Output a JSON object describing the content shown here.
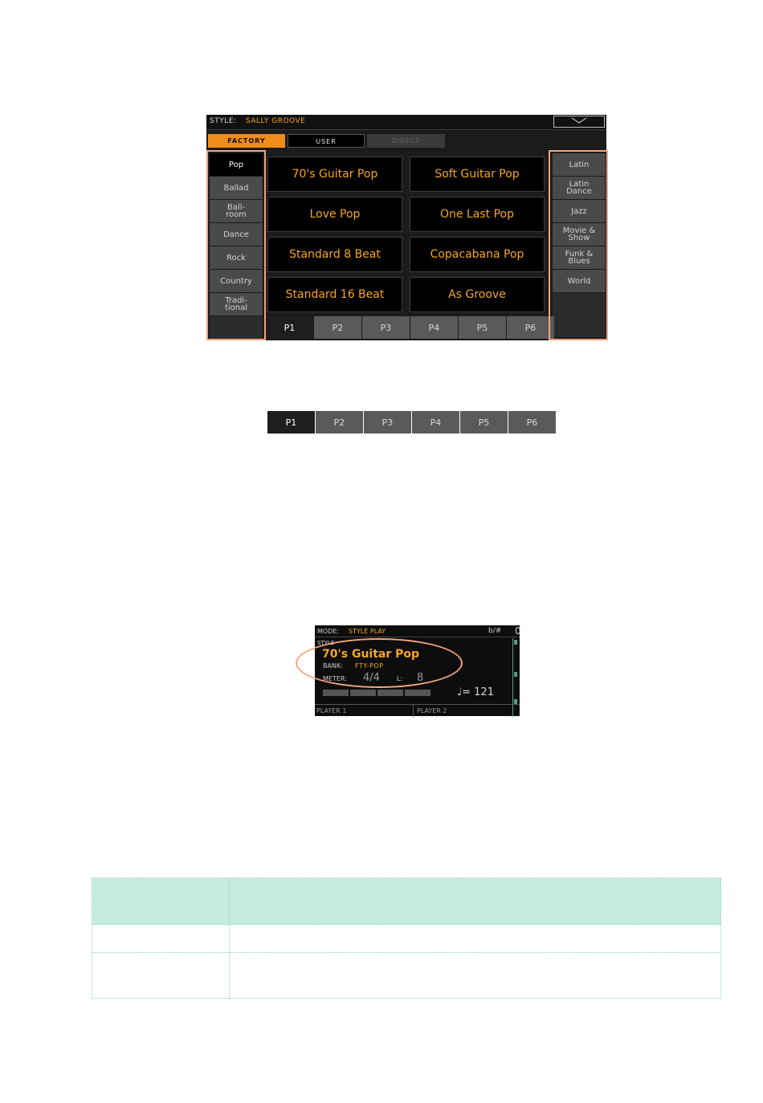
{
  "style_select": {
    "header": {
      "label": "STYLE:",
      "value": "SALLY GROOVE",
      "menu_icon": "chevron-down-icon"
    },
    "bank_tabs": [
      {
        "label": "FACTORY",
        "state": "selected"
      },
      {
        "label": "USER",
        "state": "normal"
      },
      {
        "label": "DIRECT",
        "state": "disabled"
      }
    ],
    "categories_left": [
      {
        "label": "Pop",
        "selected": true
      },
      {
        "label": "Ballad"
      },
      {
        "label": "Ball-\nroom"
      },
      {
        "label": "Dance"
      },
      {
        "label": "Rock"
      },
      {
        "label": "Country"
      },
      {
        "label": "Tradi-\ntional"
      }
    ],
    "categories_right": [
      {
        "label": "Latin"
      },
      {
        "label": "Latin\nDance"
      },
      {
        "label": "Jazz"
      },
      {
        "label": "Movie &\nShow"
      },
      {
        "label": "Funk &\nBlues"
      },
      {
        "label": "World"
      }
    ],
    "styles": [
      "70's Guitar Pop",
      "Soft Guitar Pop",
      "Love Pop",
      "One Last Pop",
      "Standard 8 Beat",
      "Copacabana Pop",
      "Standard 16 Beat",
      "As Groove"
    ],
    "pages": [
      "P1",
      "P2",
      "P3",
      "P4",
      "P5",
      "P6"
    ],
    "selected_page": "P1",
    "highlight_color": "#f4a47c",
    "accent_color": "#f5a623"
  },
  "page_bar_detail": {
    "pages": [
      "P1",
      "P2",
      "P3",
      "P4",
      "P5",
      "P6"
    ],
    "selected_page": "P1"
  },
  "main_page": {
    "mode_label": "MODE:",
    "mode_value": "STYLE PLAY",
    "transpose": "b/#",
    "edge_char": "0",
    "style_label": "STYLE",
    "style_name": "70's Guitar Pop",
    "bank_label": "BANK:",
    "bank_value": "FTY-POP",
    "meter_label": "METER:",
    "meter_value": "4/4",
    "length_label": "L:",
    "length_value": "8",
    "tempo": "♩= 121",
    "player1": "PLAYER 1",
    "player2": "PLAYER 2"
  },
  "table": {
    "headers": [
      "",
      ""
    ],
    "rows": [
      [
        "",
        ""
      ],
      [
        "",
        ""
      ]
    ]
  }
}
